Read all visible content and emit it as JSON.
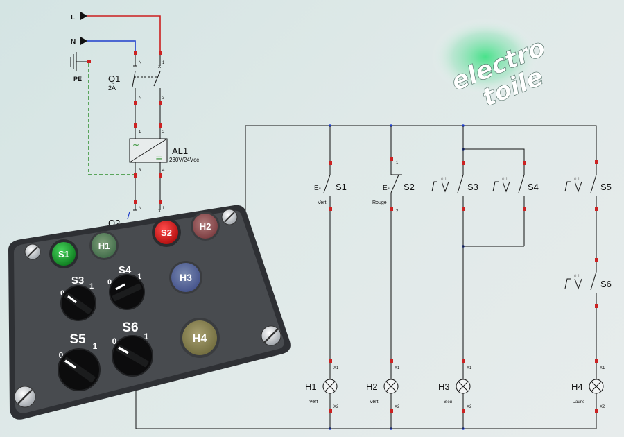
{
  "supply": {
    "line": "L",
    "neutral": "N",
    "earth": "PE"
  },
  "breaker": {
    "name": "Q1",
    "rating": "2A",
    "t_neutral_top": "N",
    "t_phase_top": "1",
    "t_neutral_bot": "N",
    "t_phase_bot": "3"
  },
  "psu": {
    "name": "AL1",
    "rating": "230V/24Vcc",
    "ac_symbol": "~",
    "dc_symbol": "=",
    "t1": "1",
    "t2": "2",
    "t3": "3",
    "t4": "4"
  },
  "breaker2": {
    "name": "Q2",
    "t_neutral": "N",
    "t_phase": "1"
  },
  "logo": {
    "line1": "electro",
    "line2": "toile"
  },
  "branches": [
    {
      "switch": "S1",
      "switch_color": "Vert",
      "lamp": "H1",
      "lamp_color": "Vert"
    },
    {
      "switch": "S2",
      "switch_color": "Rouge",
      "t_top": "1",
      "t_bot": "2",
      "lamp": "H2",
      "lamp_color": "Vert"
    },
    {
      "switch": "S3",
      "positions": "0 1",
      "lamp": "H3",
      "lamp_color": "Bleu"
    },
    {
      "switch": "S4",
      "positions": "0 1"
    },
    {
      "switch": "S5",
      "positions": "0 1",
      "switch2": "S6",
      "positions2": "0 1",
      "lamp": "H4",
      "lamp_color": "Jaune"
    }
  ],
  "lamp_terminals": {
    "top": "X1",
    "bottom": "X2"
  },
  "panel": {
    "buttons": [
      "S1",
      "S2"
    ],
    "lamps": [
      "H1",
      "H2",
      "H3",
      "H4"
    ],
    "selectors": [
      {
        "name": "S3",
        "pos0": "0",
        "pos1": "1"
      },
      {
        "name": "S4",
        "pos0": "0",
        "pos1": "1"
      },
      {
        "name": "S5",
        "pos0": "0",
        "pos1": "1"
      },
      {
        "name": "S6",
        "pos0": "0",
        "pos1": "1"
      }
    ]
  },
  "colors": {
    "phase": "#cc1f1f",
    "neutral": "#1f3fcc",
    "earth": "#2f8f2f",
    "wire": "#1a1a1a",
    "panel": "#474a4e",
    "green_button": "#1ea232",
    "red_button": "#d81a1a"
  }
}
